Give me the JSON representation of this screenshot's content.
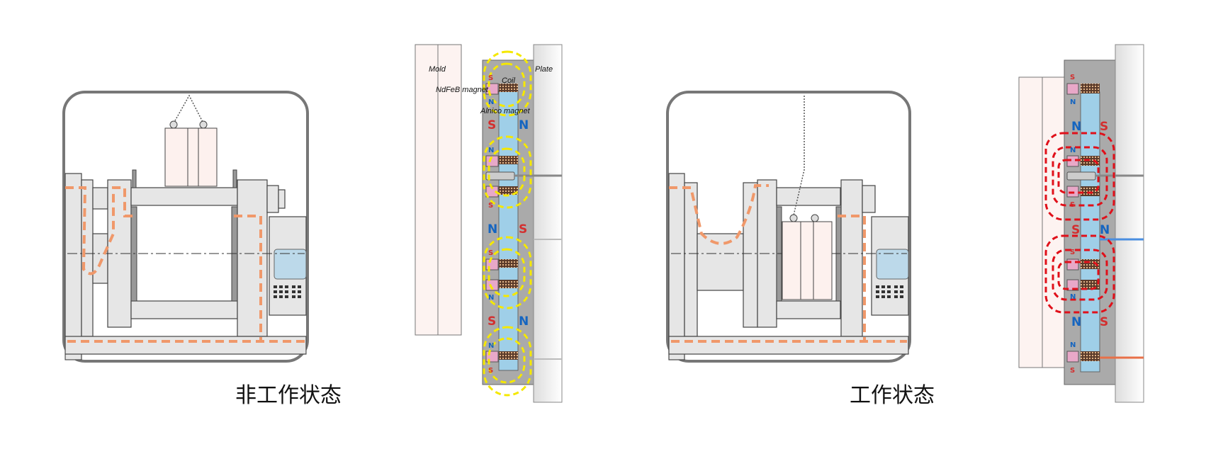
{
  "captions": {
    "idle": "非工作状态",
    "working": "工作状态"
  },
  "labels": {
    "mold": "Mold",
    "plate": "Plate",
    "coil": "Coil",
    "ndfeb": "NdFeB magnet",
    "alnico": "Alnico magnet"
  },
  "idle_poles": {
    "big": [
      "S",
      "N",
      "N",
      "S",
      "S",
      "N"
    ],
    "small": [
      "S",
      "N",
      "N",
      "S",
      "S",
      "N",
      "N",
      "S"
    ]
  },
  "working_poles": {
    "big": [
      "N",
      "S",
      "S",
      "N",
      "N",
      "S"
    ],
    "small": [
      "S",
      "N",
      "N",
      "S",
      "S",
      "N",
      "N",
      "S"
    ]
  },
  "colors": {
    "north": "#1565c0",
    "south": "#d32f2f",
    "idle_flux": "#f5e800",
    "working_flux": "#e0101a",
    "orange_path": "#f0986a",
    "alnico": "#9fcfe8",
    "ndfeb": "#e8a8c8"
  }
}
